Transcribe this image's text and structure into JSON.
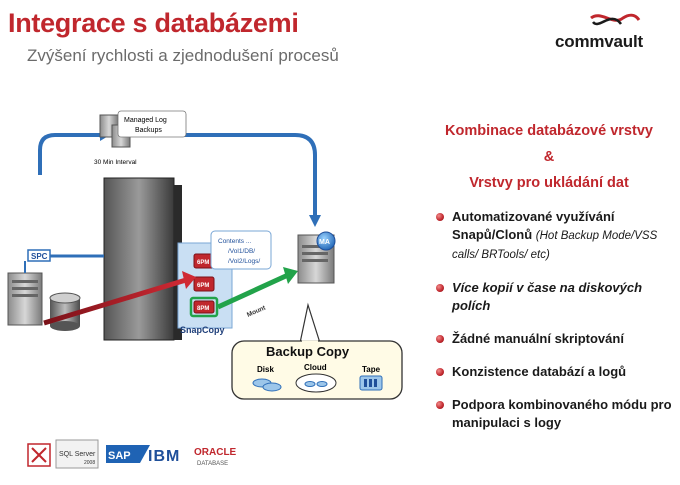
{
  "header": {
    "title": "Integrace s databázemi",
    "subtitle": "Zvýšení rychlosti a zjednodušení procesů"
  },
  "brand": {
    "logo_text": "commvault",
    "accent": "#c0272d"
  },
  "diagram": {
    "managed_log_label_1": "Managed Log",
    "managed_log_label_2": "Backups",
    "interval_label": "30 Min Interval",
    "spc_label": "SPC",
    "ma_label": "MA",
    "contents_title": "Contents ...",
    "contents_lines": [
      "/Vol1/DB/",
      "/Vol2/Logs/"
    ],
    "snap_labels": [
      "6PM",
      "6PM",
      "8PM"
    ],
    "snapcopy_label": "SnapCopy",
    "mount_label": "Mount",
    "backup_copy_title": "Backup Copy",
    "targets": [
      "Disk",
      "Cloud",
      "Tape"
    ]
  },
  "right": {
    "heading_1": "Kombinace databázové vrstvy",
    "heading_amp": "&",
    "heading_2": "Vrstvy pro ukládání dat",
    "bullets": [
      {
        "main": "Automatizované využívání Snapů/Clonů",
        "note": "(Hot Backup Mode/VSS calls/ BRTools/ etc)"
      },
      {
        "main": "Více kopií v čase na diskových polích"
      },
      {
        "main": "Žádné manuální skriptování"
      },
      {
        "main": "Konzistence databází a logů"
      },
      {
        "main": "Podpora kombinovaného módu pro manipulaci s logy"
      }
    ]
  },
  "vendors": {
    "sql_line1": "SQL Server",
    "sql_line2": "2008",
    "sap": "SAP",
    "ibm": "IBM",
    "oracle_1": "ORACLE",
    "oracle_2": "DATABASE"
  }
}
